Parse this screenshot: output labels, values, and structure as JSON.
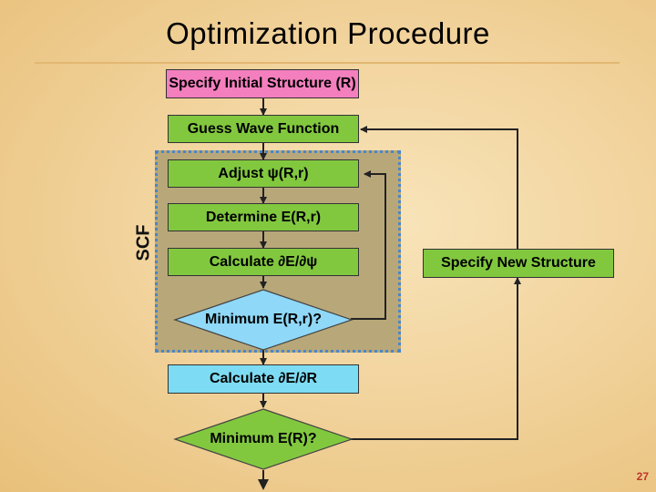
{
  "slide": {
    "title": "Optimization Procedure",
    "page_number": "27"
  },
  "diagram": {
    "scf_label": "SCF",
    "nodes": {
      "specify_initial": "Specify Initial Structure (R)",
      "guess_wave": "Guess Wave Function",
      "adjust_psi": "Adjust ψ(R,r)",
      "determine_e": "Determine E(R,r)",
      "calculate_de_dpsi": "Calculate ∂E/∂ψ",
      "minimum_e_rr": "Minimum E(R,r)?",
      "calculate_de_dr": "Calculate ∂E/∂R",
      "minimum_e_r": "Minimum E(R)?",
      "specify_new": "Specify New Structure"
    }
  },
  "colors": {
    "pink_box": "#f47fbe",
    "green_box": "#82c83f",
    "cyan_box": "#7ddcf3",
    "scf_panel": "#b8a779",
    "scf_border": "#4a86c8"
  }
}
